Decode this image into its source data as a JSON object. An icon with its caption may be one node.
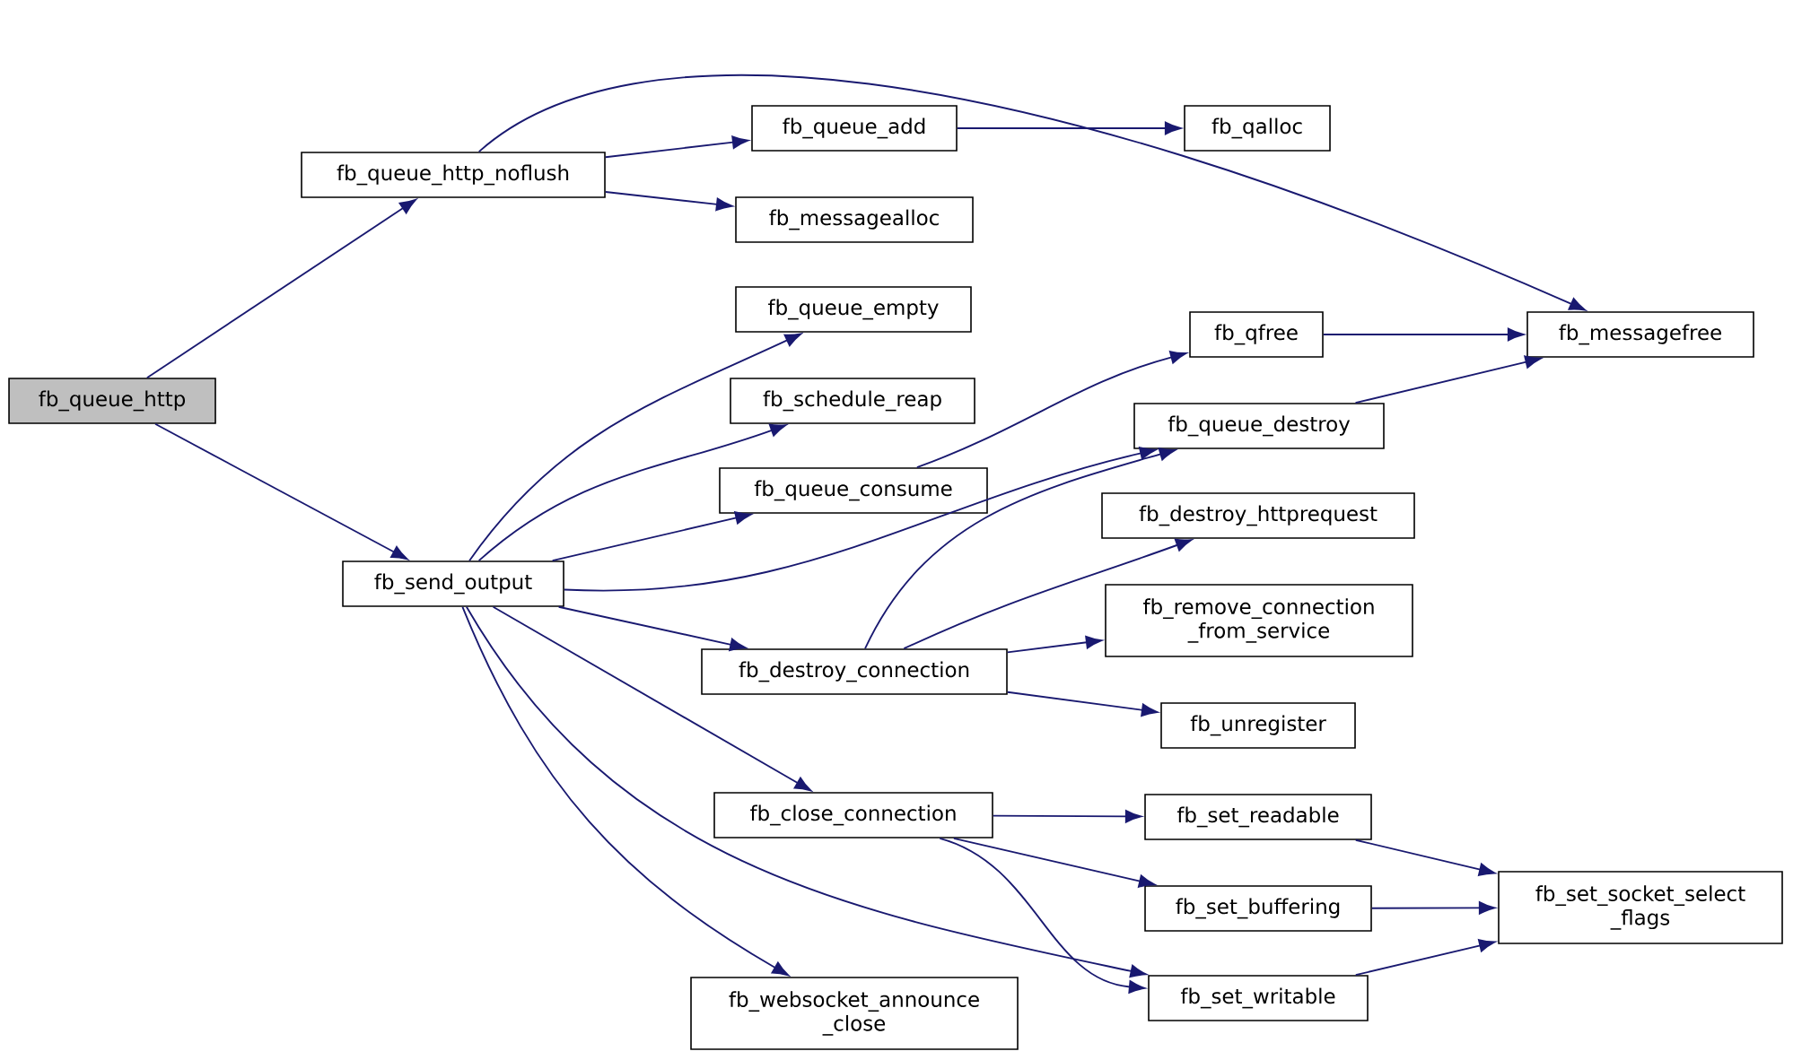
{
  "diagram": {
    "nodes": [
      {
        "text": [
          "fb_queue_http"
        ]
      },
      {
        "text": [
          "fb_queue_http_noflush"
        ]
      },
      {
        "text": [
          "fb_queue_add"
        ]
      },
      {
        "text": [
          "fb_qalloc"
        ]
      },
      {
        "text": [
          "fb_messagealloc"
        ]
      },
      {
        "text": [
          "fb_queue_empty"
        ]
      },
      {
        "text": [
          "fb_schedule_reap"
        ]
      },
      {
        "text": [
          "fb_queue_consume"
        ]
      },
      {
        "text": [
          "fb_messagefree"
        ]
      },
      {
        "text": [
          "fb_qfree"
        ]
      },
      {
        "text": [
          "fb_send_output"
        ]
      },
      {
        "text": [
          "fb_queue_destroy"
        ]
      },
      {
        "text": [
          "fb_destroy_httprequest"
        ]
      },
      {
        "text": [
          "fb_remove_connection _from_service"
        ]
      },
      {
        "text": [
          "fb_destroy_connection"
        ]
      },
      {
        "text": [
          "fb_unregister"
        ]
      },
      {
        "text": [
          "fb_close_connection"
        ]
      },
      {
        "text": [
          "fb_set_readable"
        ]
      },
      {
        "text": [
          "fb_set_buffering"
        ]
      },
      {
        "text": [
          "fb_set_socket_select _flags"
        ]
      },
      {
        "text": [
          "fb_websocket_announce _close"
        ]
      },
      {
        "text": [
          "fb_set_writable"
        ]
      }
    ],
    "edges": [
      {
        "from": 0,
        "to": 1,
        "arrow": "to"
      },
      {
        "from": 0,
        "to": 10,
        "arrow": "to"
      },
      {
        "from": 1,
        "to": 8,
        "arrow": "to"
      },
      {
        "from": 1,
        "to": 2,
        "arrow": "to"
      },
      {
        "from": 1,
        "to": 4,
        "arrow": "to"
      },
      {
        "from": 2,
        "to": 3,
        "arrow": "to"
      },
      {
        "from": 10,
        "to": 5,
        "arrow": "to"
      },
      {
        "from": 10,
        "to": 6,
        "arrow": "to"
      },
      {
        "from": 10,
        "to": 7,
        "arrow": "to"
      },
      {
        "from": 10,
        "to": 11,
        "arrow": "to"
      },
      {
        "from": 10,
        "to": 14,
        "arrow": "to"
      },
      {
        "from": 10,
        "to": 16,
        "arrow": "to"
      },
      {
        "from": 10,
        "to": 21,
        "arrow": "to"
      },
      {
        "from": 10,
        "to": 20,
        "arrow": "to"
      },
      {
        "from": 7,
        "to": 9,
        "arrow": "to"
      },
      {
        "from": 9,
        "to": 8,
        "arrow": "to"
      },
      {
        "from": 11,
        "to": 8,
        "arrow": "to"
      },
      {
        "from": 14,
        "to": 11,
        "arrow": "to"
      },
      {
        "from": 14,
        "to": 12,
        "arrow": "to"
      },
      {
        "from": 14,
        "to": 13,
        "arrow": "to"
      },
      {
        "from": 14,
        "to": 15,
        "arrow": "to"
      },
      {
        "from": 16,
        "to": 17,
        "arrow": "to"
      },
      {
        "from": 16,
        "to": 18,
        "arrow": "to"
      },
      {
        "from": 16,
        "to": 21,
        "arrow": "to"
      },
      {
        "from": 17,
        "to": 19,
        "arrow": "to"
      },
      {
        "from": 18,
        "to": 19,
        "arrow": "to"
      },
      {
        "from": 21,
        "to": 19,
        "arrow": "to"
      }
    ]
  }
}
